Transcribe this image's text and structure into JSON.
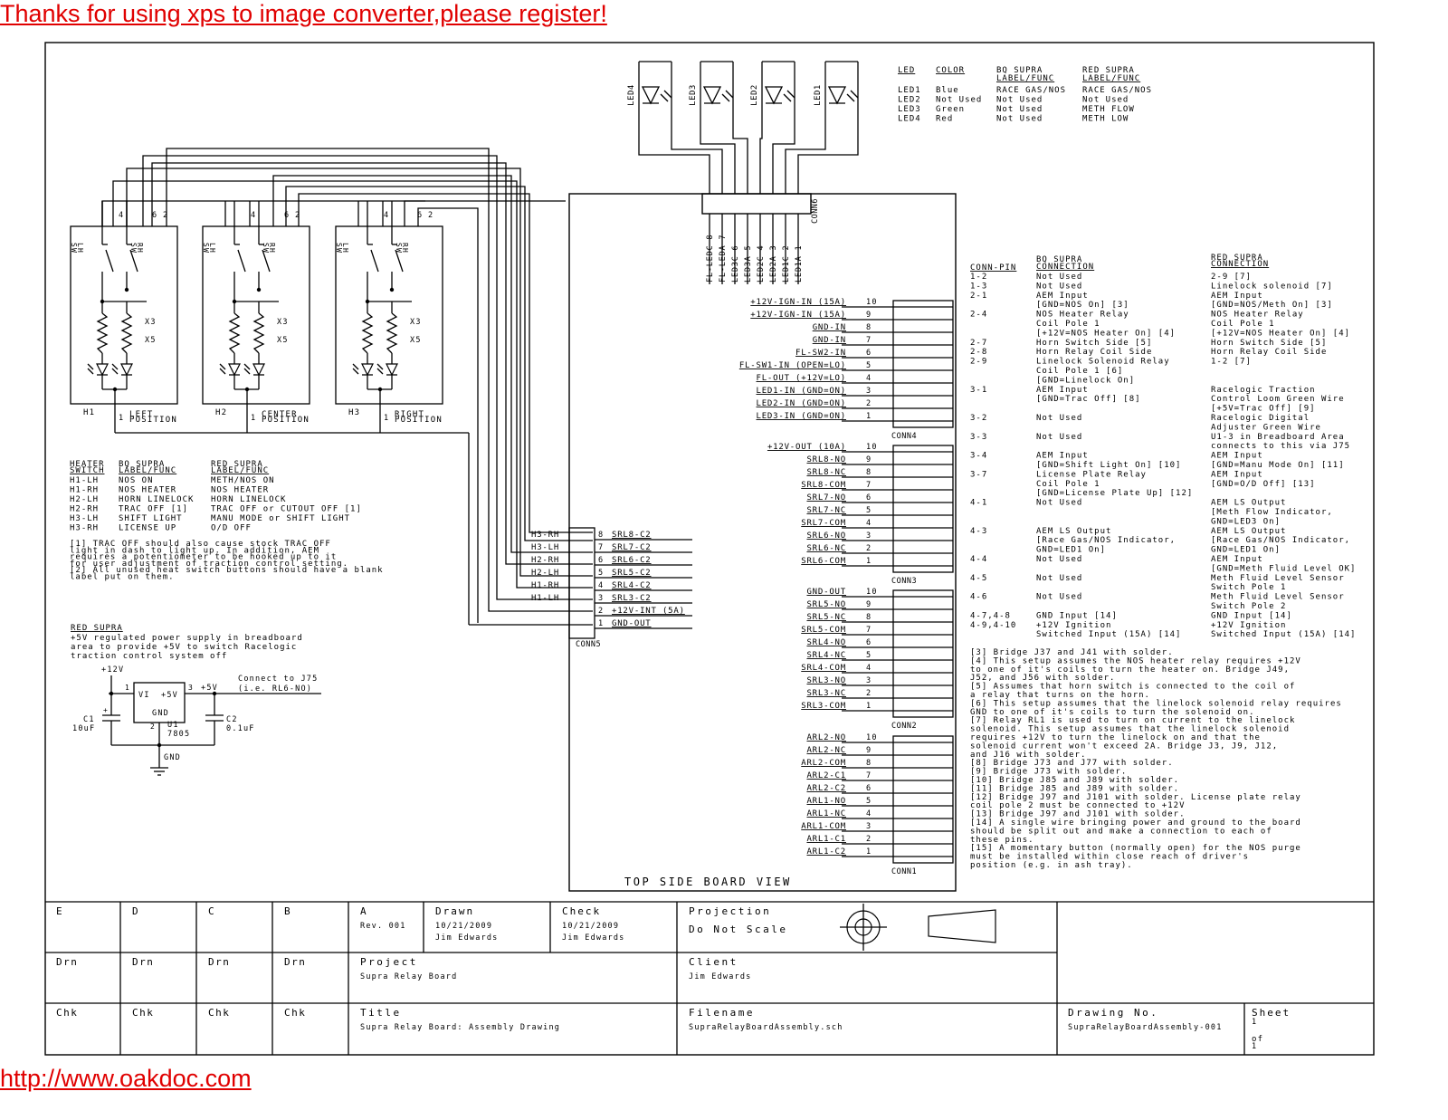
{
  "banner": {
    "top": "Thanks for using xps to image converter,please register!",
    "bottom": "http://www.oakdoc.com"
  },
  "led_table": {
    "headers": [
      "LED",
      "COLOR",
      "BQ SUPRA",
      "RED SUPRA"
    ],
    "sub_headers": [
      "LABEL/FUNC",
      "LABEL/FUNC"
    ],
    "rows": [
      [
        "LED1",
        "Blue",
        "RACE GAS/NOS",
        "RACE GAS/NOS"
      ],
      [
        "LED2",
        "Not Used",
        "Not Used",
        "Not Used"
      ],
      [
        "LED3",
        "Green",
        "Not Used",
        "METH FLOW"
      ],
      [
        "LED4",
        "Red",
        "Not Used",
        "METH LOW"
      ]
    ]
  },
  "leds": [
    "LED4",
    "LED3",
    "LED2",
    "LED1"
  ],
  "conn6": {
    "name": "CONN6",
    "pins": [
      "FL-LEDC 8",
      "FL-LEDA 7",
      "LED3C 6",
      "LED3A 5",
      "LED2C 4",
      "LED2A 3",
      "LED1C 2",
      "LED1A 1"
    ]
  },
  "switches": [
    {
      "name": "H1",
      "pos1": "LEFT",
      "pos2": "POSITION"
    },
    {
      "name": "H2",
      "pos1": "CENTER",
      "pos2": "POSITION"
    },
    {
      "name": "H3",
      "pos1": "RIGHT",
      "pos2": "POSITION"
    }
  ],
  "switch_labels": {
    "lh1": "LH",
    "lh2": "SW",
    "rh1": "RH",
    "rh2": "SW",
    "x3": "X3",
    "x5": "X5",
    "pin1": "1",
    "pin4": "4",
    "pin6": "6",
    "pin2": "2"
  },
  "conn4": {
    "name": "CONN4",
    "pins": [
      {
        "n": "10",
        "label": "+12V-IGN-IN (15A)"
      },
      {
        "n": "9",
        "label": "+12V-IGN-IN (15A)"
      },
      {
        "n": "8",
        "label": "GND-IN"
      },
      {
        "n": "7",
        "label": "GND-IN"
      },
      {
        "n": "6",
        "label": "FL-SW2-IN"
      },
      {
        "n": "5",
        "label": "FL-SW1-IN (OPEN=LO)"
      },
      {
        "n": "4",
        "label": "FL-OUT (+12V=LO)"
      },
      {
        "n": "3",
        "label": "LED1-IN (GND=ON)"
      },
      {
        "n": "2",
        "label": "LED2-IN (GND=ON)"
      },
      {
        "n": "1",
        "label": "LED3-IN (GND=ON)"
      }
    ]
  },
  "conn3": {
    "name": "CONN3",
    "pins": [
      {
        "n": "10",
        "label": "+12V-OUT (10A)"
      },
      {
        "n": "9",
        "label": "SRL8-NO"
      },
      {
        "n": "8",
        "label": "SRL8-NC"
      },
      {
        "n": "7",
        "label": "SRL8-COM"
      },
      {
        "n": "6",
        "label": "SRL7-NO"
      },
      {
        "n": "5",
        "label": "SRL7-NC"
      },
      {
        "n": "4",
        "label": "SRL7-COM"
      },
      {
        "n": "3",
        "label": "SRL6-NO"
      },
      {
        "n": "2",
        "label": "SRL6-NC"
      },
      {
        "n": "1",
        "label": "SRL6-COM"
      }
    ]
  },
  "conn2": {
    "name": "CONN2",
    "pins": [
      {
        "n": "10",
        "label": "GND-OUT"
      },
      {
        "n": "9",
        "label": "SRL5-NO"
      },
      {
        "n": "8",
        "label": "SRL5-NC"
      },
      {
        "n": "7",
        "label": "SRL5-COM"
      },
      {
        "n": "6",
        "label": "SRL4-NO"
      },
      {
        "n": "5",
        "label": "SRL4-NC"
      },
      {
        "n": "4",
        "label": "SRL4-COM"
      },
      {
        "n": "3",
        "label": "SRL3-NO"
      },
      {
        "n": "2",
        "label": "SRL3-NC"
      },
      {
        "n": "1",
        "label": "SRL3-COM"
      }
    ]
  },
  "conn1": {
    "name": "CONN1",
    "pins": [
      {
        "n": "10",
        "label": "ARL2-NO"
      },
      {
        "n": "9",
        "label": "ARL2-NC"
      },
      {
        "n": "8",
        "label": "ARL2-COM"
      },
      {
        "n": "7",
        "label": "ARL2-C1"
      },
      {
        "n": "6",
        "label": "ARL2-C2"
      },
      {
        "n": "5",
        "label": "ARL1-NO"
      },
      {
        "n": "4",
        "label": "ARL1-NC"
      },
      {
        "n": "3",
        "label": "ARL1-COM"
      },
      {
        "n": "2",
        "label": "ARL1-C1"
      },
      {
        "n": "1",
        "label": "ARL1-C2"
      }
    ]
  },
  "conn5": {
    "name": "CONN5",
    "pins": [
      {
        "n": "8",
        "label": "SRL8-C2",
        "left": "H3-RH"
      },
      {
        "n": "7",
        "label": "SRL7-C2",
        "left": "H3-LH"
      },
      {
        "n": "6",
        "label": "SRL6-C2",
        "left": "H2-RH"
      },
      {
        "n": "5",
        "label": "SRL5-C2",
        "left": "H2-LH"
      },
      {
        "n": "4",
        "label": "SRL4-C2",
        "left": "H1-RH"
      },
      {
        "n": "3",
        "label": "SRL3-C2",
        "left": "H1-LH"
      },
      {
        "n": "2",
        "label": "+12V-INT (5A)",
        "left": ""
      },
      {
        "n": "1",
        "label": "GND-OUT",
        "left": ""
      }
    ]
  },
  "board_view": "TOP SIDE BOARD VIEW",
  "heater_table": {
    "headers": [
      [
        "HEATER",
        "SWITCH"
      ],
      [
        "BQ SUPRA",
        "LABEL/FUNC"
      ],
      [
        "RED SUPRA",
        "LABEL/FUNC"
      ]
    ],
    "rows": [
      [
        "H1-LH",
        "NOS ON",
        "METH/NOS ON"
      ],
      [
        "H1-RH",
        "NOS HEATER",
        "NOS HEATER"
      ],
      [
        "H2-LH",
        "HORN LINELOCK",
        "HORN LINELOCK"
      ],
      [
        "H2-RH",
        "TRAC OFF [1]",
        "TRAC OFF or CUTOUT OFF [1]"
      ],
      [
        "H3-LH",
        "SHIFT LIGHT",
        "MANU MODE or SHIFT LIGHT"
      ],
      [
        "H3-RH",
        "LICENSE UP",
        "O/D OFF"
      ]
    ],
    "notes": [
      "[1] TRAC OFF should also cause stock TRAC OFF",
      "    light in dash to light up. In addition, AEM",
      "    requires a potentiometer to be hooked up to it",
      "    for user adjustment of traction control setting.",
      "[2] All unused heat switch buttons should have a blank",
      "    label put on them."
    ]
  },
  "red_supra": {
    "title": "RED SUPRA",
    "lines": [
      "+5V regulated power supply in breadboard",
      "area to provide +5V to switch Racelogic",
      "traction control system off"
    ],
    "v12": "+12V",
    "vi": "VI",
    "v5in": "+5V",
    "gnd": "GND",
    "v5": "+5V",
    "pin1": "1",
    "pin2": "2",
    "pin3": "3",
    "u1": "U1",
    "u1part": "7805",
    "c1": "C1",
    "c1val": "10uF",
    "c2": "C2",
    "c2val": "0.1uF",
    "gnd2": "GND",
    "connect1": "Connect to J75",
    "connect2": "(i.e. RL6-NO)"
  },
  "conn_table": {
    "h1": "CONN-PIN",
    "h2": [
      "BQ SUPRA",
      "CONNECTION"
    ],
    "h3": [
      "RED SUPRA",
      "CONNECTION"
    ],
    "lines": [
      [
        "1-2",
        "Not Used",
        "2-9 [7]"
      ],
      [
        "1-3",
        "Not Used",
        "Linelock solenoid [7]"
      ],
      [
        "2-1",
        "AEM Input",
        "AEM Input"
      ],
      [
        "",
        "[GND=NOS On] [3]",
        "[GND=NOS/Meth On] [3]"
      ],
      [
        "2-4",
        "NOS Heater Relay",
        "NOS Heater Relay"
      ],
      [
        "",
        "Coil Pole 1",
        "Coil Pole 1"
      ],
      [
        "",
        "[+12V=NOS Heater On] [4]",
        "[+12V=NOS Heater On] [4]"
      ],
      [
        "2-7",
        "Horn Switch Side [5]",
        "Horn Switch Side [5]"
      ],
      [
        "2-8",
        "Horn Relay Coil Side",
        "Horn Relay Coil Side"
      ],
      [
        "2-9",
        "Linelock Solenoid Relay",
        "1-2 [7]"
      ],
      [
        "",
        "Coil Pole 1 [6]",
        ""
      ],
      [
        "",
        "[GND=Linelock On]",
        ""
      ],
      [
        "3-1",
        "AEM Input",
        "Racelogic Traction"
      ],
      [
        "",
        "[GND=Trac Off] [8]",
        "Control Loom Green Wire"
      ],
      [
        "",
        "",
        "[+5V=Trac Off] [9]"
      ],
      [
        "3-2",
        "Not Used",
        "Racelogic Digital"
      ],
      [
        "",
        "",
        "Adjuster Green Wire"
      ],
      [
        "3-3",
        "Not Used",
        "U1-3 in Breadboard Area"
      ],
      [
        "",
        "",
        "connects to this via J75"
      ],
      [
        "3-4",
        "AEM Input",
        "AEM Input"
      ],
      [
        "",
        "[GND=Shift Light On] [10]",
        "[GND=Manu Mode On] [11]"
      ],
      [
        "3-7",
        "License Plate Relay",
        "AEM Input"
      ],
      [
        "",
        "Coil Pole 1",
        "[GND=O/D Off] [13]"
      ],
      [
        "",
        "[GND=License Plate Up] [12]",
        ""
      ],
      [
        "4-1",
        "Not Used",
        "AEM LS Output"
      ],
      [
        "",
        "",
        "[Meth Flow Indicator,"
      ],
      [
        "",
        "",
        " GND=LED3 On]"
      ],
      [
        "4-3",
        "AEM LS Output",
        "AEM LS Output"
      ],
      [
        "",
        "[Race Gas/NOS Indicator,",
        "[Race Gas/NOS Indicator,"
      ],
      [
        "",
        " GND=LED1 On]",
        " GND=LED1 On]"
      ],
      [
        "4-4",
        "Not Used",
        "AEM Input"
      ],
      [
        "",
        "",
        "[GND=Meth Fluid Level OK]"
      ],
      [
        "4-5",
        "Not Used",
        "Meth Fluid Level Sensor"
      ],
      [
        "",
        "",
        "Switch Pole 1"
      ],
      [
        "4-6",
        "Not Used",
        "Meth Fluid Level Sensor"
      ],
      [
        "",
        "",
        "Switch Pole 2"
      ],
      [
        "4-7,4-8",
        "GND Input [14]",
        "GND Input [14]"
      ],
      [
        "4-9,4-10",
        "+12V Ignition",
        "+12V Ignition"
      ],
      [
        "",
        "Switched Input (15A) [14]",
        "Switched Input (15A) [14]"
      ]
    ]
  },
  "footnotes": [
    "[3]  Bridge J37 and J41 with solder.",
    "[4]  This setup assumes the NOS heater relay requires +12V",
    "     to one of it's coils to turn the heater on. Bridge J49,",
    "     J52, and J56 with solder.",
    "[5]  Assumes that horn switch is connected to the coil of",
    "     a relay that turns on the horn.",
    "[6]  This setup assumes that the linelock solenoid relay requires",
    "     GND to one of it's coils to turn the solenoid on.",
    "[7]  Relay RL1 is used to turn on current to the linelock",
    "     solenoid. This setup assumes that the linelock solenoid",
    "     requires +12V to turn the linelock on and that the",
    "     solenoid current won't exceed 2A. Bridge J3, J9, J12,",
    "     and J16 with solder.",
    "[8]  Bridge J73 and J77 with solder.",
    "[9]  Bridge J73 with solder.",
    "[10] Bridge J85 and J89 with solder.",
    "[11] Bridge J85 and J89 with solder.",
    "[12] Bridge J97 and J101 with solder. License plate relay",
    "     coil pole 2 must be connected to +12V",
    "[13] Bridge J97 and J101 with solder.",
    "[14] A single wire bringing power and ground to the board",
    "     should be split out and make a connection to each of",
    "     these pins.",
    "[15] A momentary button (normally open) for the NOS purge",
    "     must be installed within close reach of driver's",
    "     position (e.g. in ash tray)."
  ],
  "title_block": {
    "rev_cols": [
      "E",
      "D",
      "C",
      "B",
      "A"
    ],
    "rev": "Rev. 001",
    "drawn_label": "Drawn",
    "drawn_date": "10/21/2009",
    "drawn_by": "Jim Edwards",
    "check_label": "Check",
    "check_date": "10/21/2009",
    "check_by": "Jim Edwards",
    "projection": "Projection",
    "do_not_scale": "Do Not Scale",
    "drn": "Drn",
    "chk": "Chk",
    "project_label": "Project",
    "project": "Supra Relay Board",
    "client_label": "Client",
    "client": "Jim Edwards",
    "title_label": "Title",
    "title": "Supra Relay Board: Assembly Drawing",
    "filename_label": "Filename",
    "filename": "SupraRelayBoardAssembly.sch",
    "drawing_no_label": "Drawing No.",
    "drawing_no": "SupraRelayBoardAssembly-001",
    "sheet_label": "Sheet",
    "sheet_num": "1",
    "of": "of",
    "sheet_total": "1"
  }
}
